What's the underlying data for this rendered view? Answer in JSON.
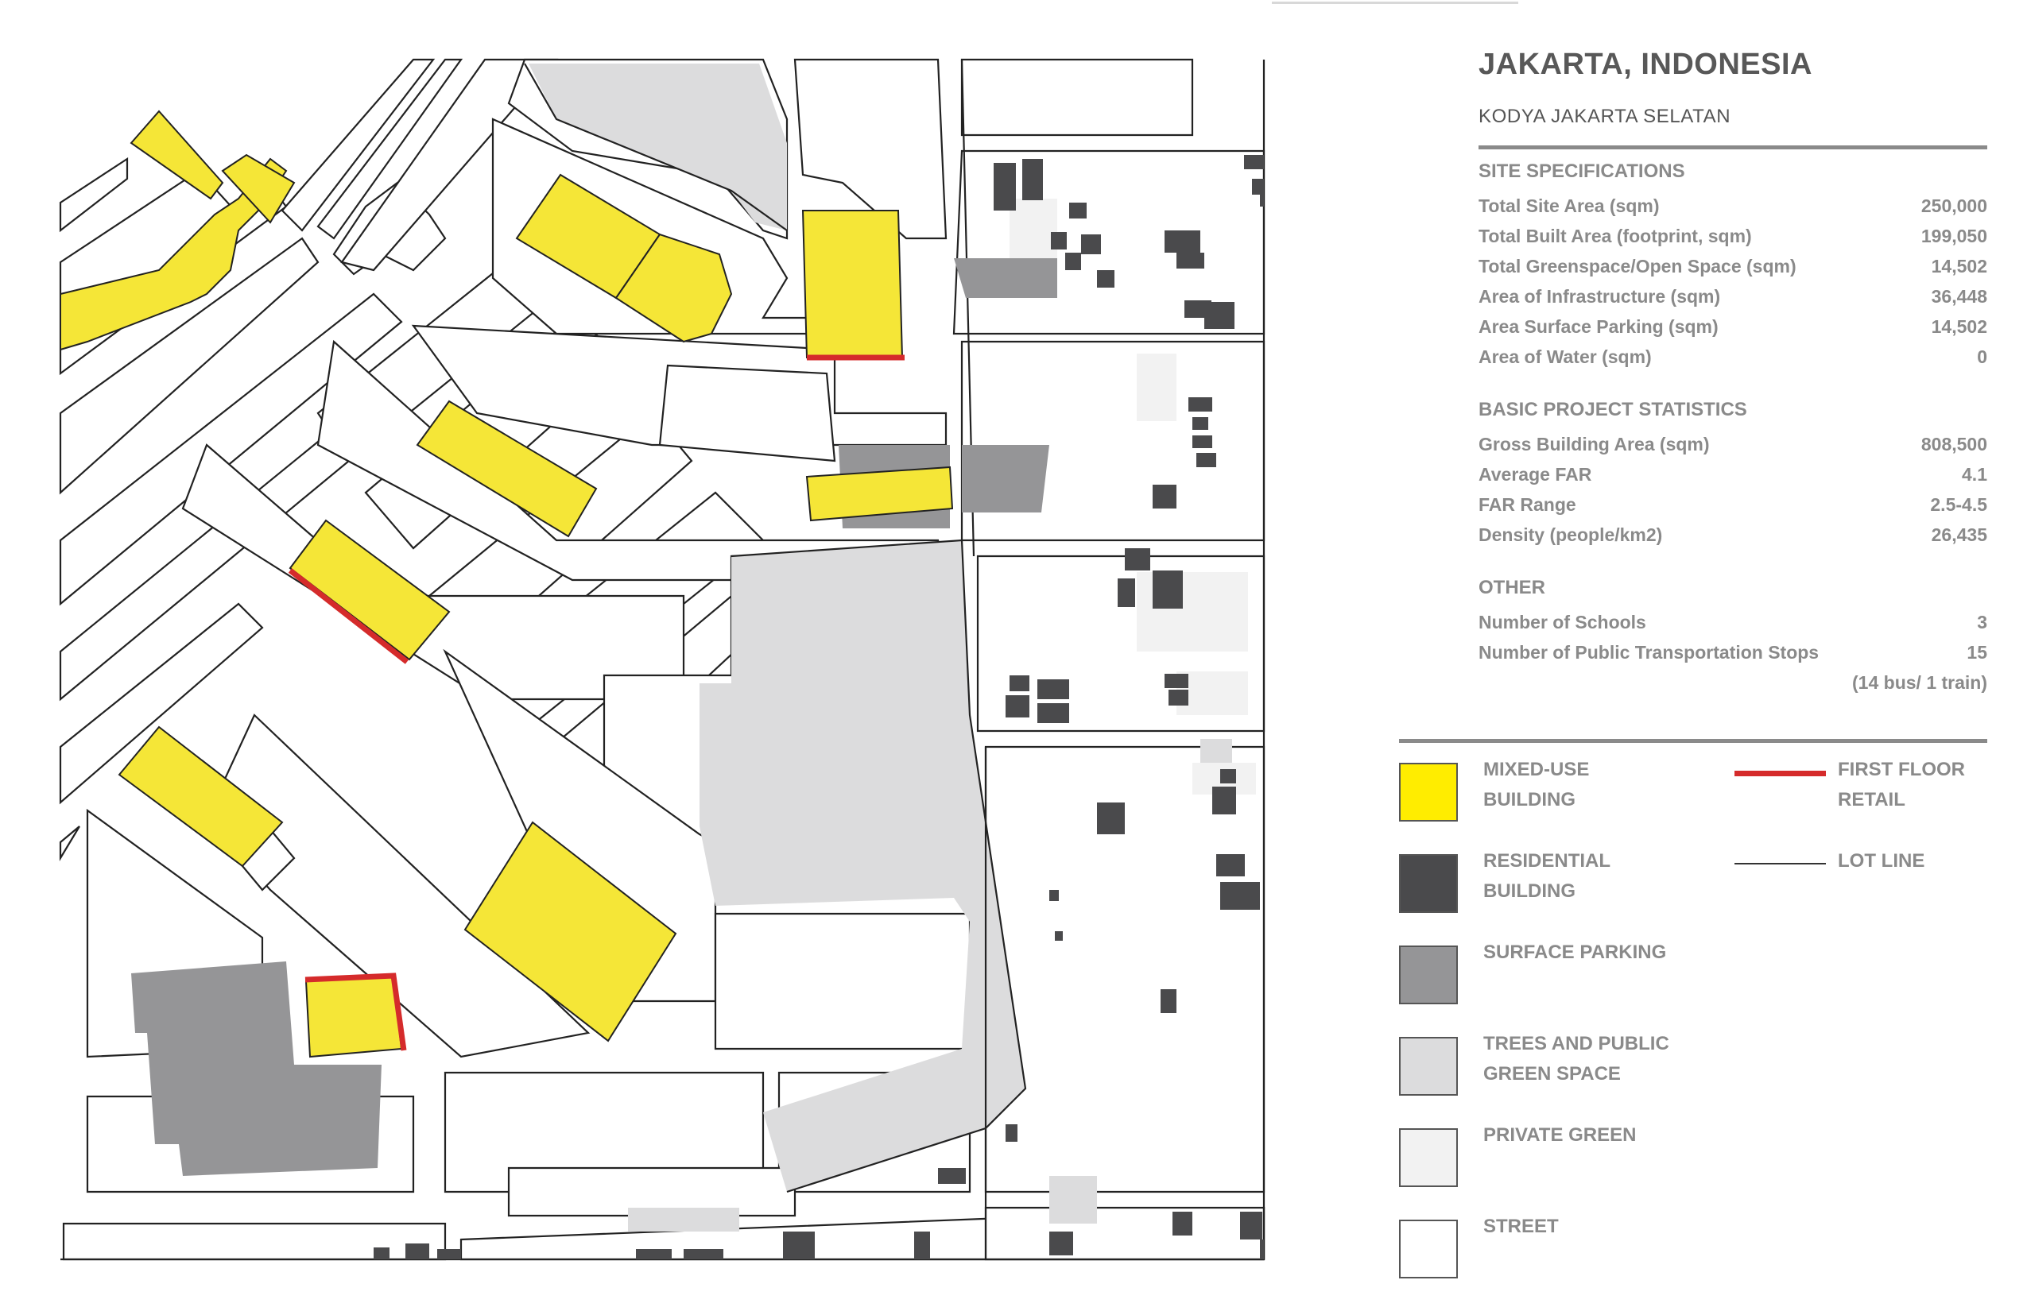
{
  "header": {
    "title": "JAKARTA, INDONESIA",
    "subtitle": "KODYA JAKARTA SELATAN"
  },
  "site_specifications": {
    "heading": "SITE SPECIFICATIONS",
    "rows": [
      {
        "label": "Total Site Area (sqm)",
        "value": "250,000"
      },
      {
        "label": "Total Built Area (footprint, sqm)",
        "value": "199,050"
      },
      {
        "label": "Total Greenspace/Open Space (sqm)",
        "value": "14,502"
      },
      {
        "label": "Area of Infrastructure (sqm)",
        "value": "36,448"
      },
      {
        "label": "Area Surface Parking (sqm)",
        "value": "14,502"
      },
      {
        "label": "Area of Water (sqm)",
        "value": "0"
      }
    ]
  },
  "basic_project_statistics": {
    "heading": "BASIC PROJECT STATISTICS",
    "rows": [
      {
        "label": "Gross Building Area (sqm)",
        "value": "808,500"
      },
      {
        "label": "Average FAR",
        "value": "4.1"
      },
      {
        "label": "FAR Range",
        "value": "2.5-4.5"
      },
      {
        "label": "Density (people/km2)",
        "value": "26,435"
      }
    ]
  },
  "other": {
    "heading": "OTHER",
    "rows": [
      {
        "label": "Number of Schools",
        "value": "3"
      },
      {
        "label": "Number of Public Transportation Stops",
        "value": "15"
      }
    ],
    "note": "(14 bus/ 1 train)"
  },
  "legend": {
    "mixed_use": {
      "line1": "MIXED-USE",
      "line2": "BUILDING",
      "color": "#ffed00"
    },
    "residential": {
      "line1": "RESIDENTIAL",
      "line2": "BUILDING",
      "color": "#4a4a4c"
    },
    "surface_parking": {
      "line1": "SURFACE PARKING",
      "color": "#959597"
    },
    "trees_public": {
      "line1": "TREES AND PUBLIC",
      "line2": "GREEN SPACE",
      "color": "#dcdcdd"
    },
    "private_green": {
      "line1": "PRIVATE GREEN",
      "color": "#f2f2f2"
    },
    "street": {
      "line1": "STREET",
      "color": "#ffffff"
    },
    "first_floor_retail": {
      "line1": "FIRST FLOOR",
      "line2": "RETAIL",
      "color": "#d52b2b"
    },
    "lot_line": {
      "line1": "LOT LINE",
      "color": "#333333"
    }
  },
  "colors": {
    "mixed_use": "#f5e637",
    "residential": "#4a4a4c",
    "parking": "#959597",
    "public_green": "#dcdcdd",
    "private_green": "#f2f2f2",
    "retail": "#d52b2b",
    "block_outline": "#222222"
  }
}
